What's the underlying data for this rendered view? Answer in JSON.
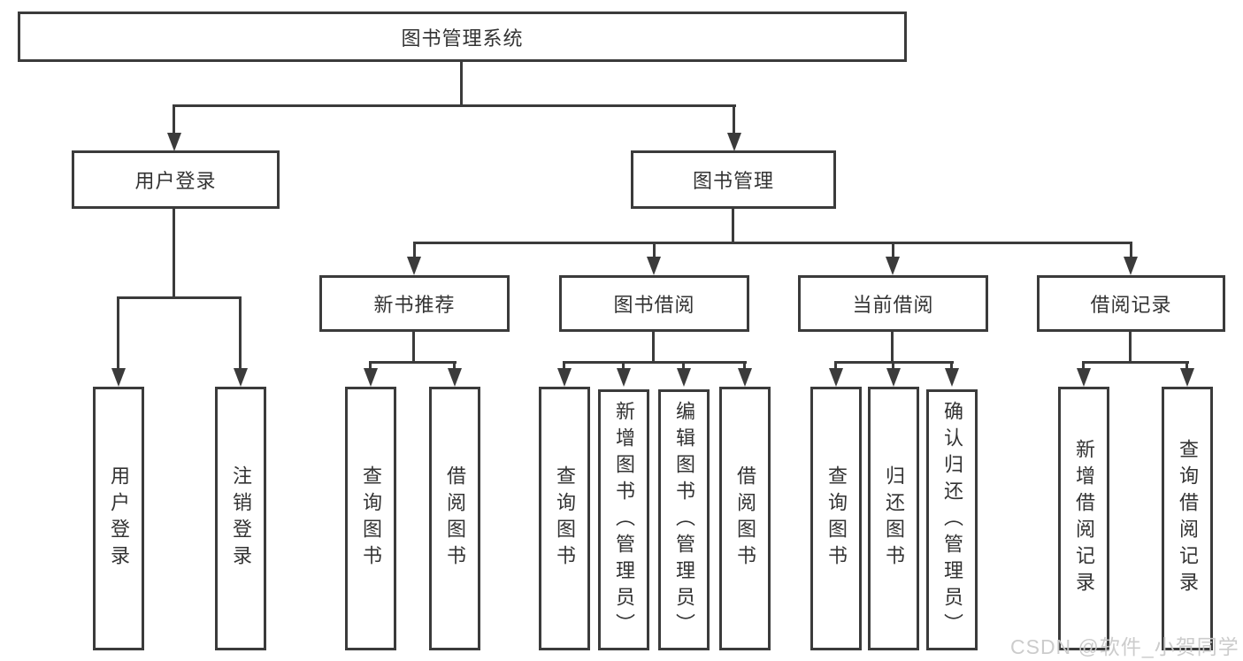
{
  "diagram": {
    "type": "hierarchy-tree",
    "tree": {
      "label": "图书管理系统",
      "children": [
        {
          "label": "用户登录",
          "children": [
            {
              "label": "用户登录"
            },
            {
              "label": "注销登录"
            }
          ]
        },
        {
          "label": "图书管理",
          "children": [
            {
              "label": "新书推荐",
              "children": [
                {
                  "label": "查询图书"
                },
                {
                  "label": "借阅图书"
                }
              ]
            },
            {
              "label": "图书借阅",
              "children": [
                {
                  "label": "查询图书"
                },
                {
                  "label": "新增图书（管理员）"
                },
                {
                  "label": "编辑图书（管理员）"
                },
                {
                  "label": "借阅图书"
                }
              ]
            },
            {
              "label": "当前借阅",
              "children": [
                {
                  "label": "查询图书"
                },
                {
                  "label": "归还图书"
                },
                {
                  "label": "确认归还（管理员）"
                }
              ]
            },
            {
              "label": "借阅记录",
              "children": [
                {
                  "label": "新增借阅记录"
                },
                {
                  "label": "查询借阅记录"
                }
              ]
            }
          ]
        }
      ]
    },
    "colors": {
      "line": "#3b3b3b",
      "text": "#333333",
      "background": "#ffffff",
      "watermark": "#c9c9c9"
    }
  },
  "watermark": {
    "text": "CSDN @软件_小贺同学"
  }
}
